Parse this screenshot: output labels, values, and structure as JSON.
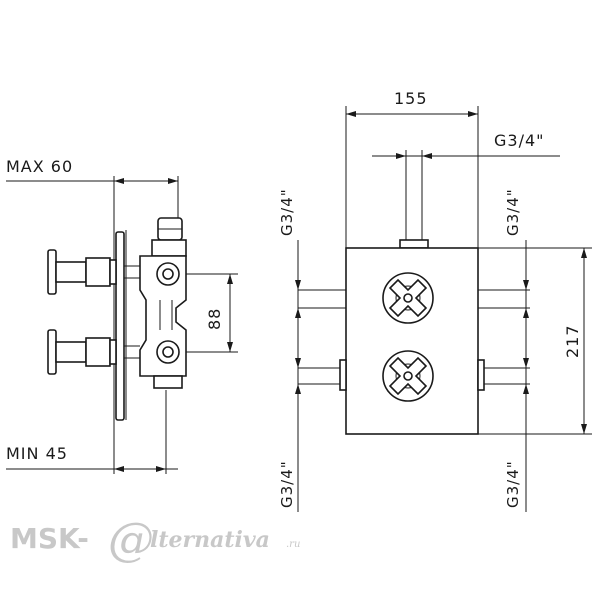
{
  "labels": {
    "max_depth": "MAX 60",
    "min_depth": "MIN 45",
    "width": "155",
    "height": "217",
    "spacing": "88",
    "thread_top": "G3/4\"",
    "thread_left_top": "G3/4\"",
    "thread_right_top": "G3/4\"",
    "thread_left_bottom": "G3/4\"",
    "thread_right_bottom": "G3/4\""
  },
  "watermark": {
    "main": "MSK-",
    "at": "@",
    "rest": "lternativa",
    "suffix": ".ru"
  }
}
